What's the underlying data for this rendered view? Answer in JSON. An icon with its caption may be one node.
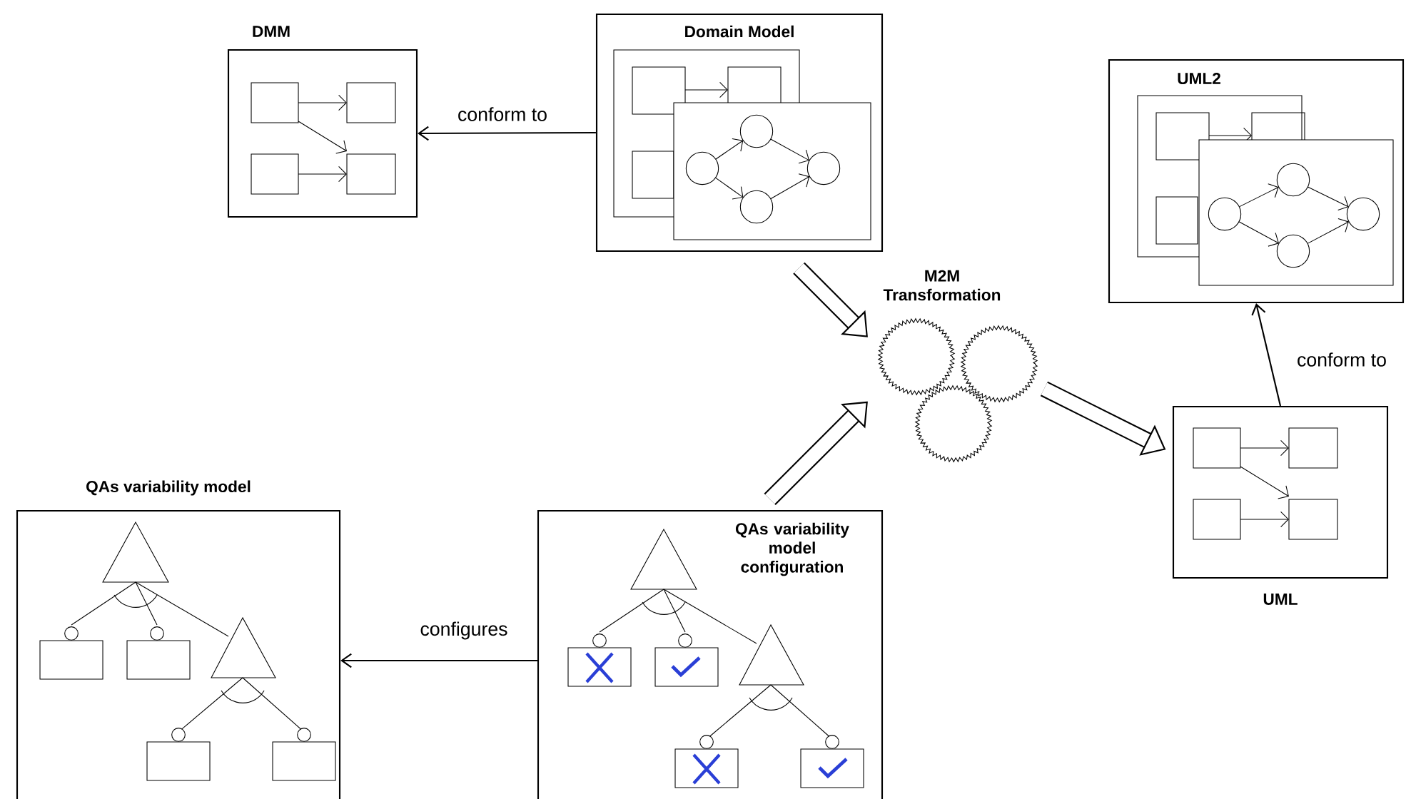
{
  "diagram": {
    "nodes": [
      {
        "text": [
          "DMM"
        ]
      },
      {
        "text": [
          "Domain Model"
        ]
      },
      {
        "text": [
          "M2M Transformation"
        ]
      },
      {
        "text": [
          "UML2"
        ]
      },
      {
        "text": [
          "UML"
        ]
      },
      {
        "text": [
          "QAs variability model"
        ]
      },
      {
        "text": [
          "QAs variability model configuration"
        ]
      }
    ],
    "edges": [
      {
        "from": 1,
        "to": 0,
        "arrow": "to",
        "label": "conform to"
      },
      {
        "from": 1,
        "to": 2,
        "arrow": "to",
        "style": "thick"
      },
      {
        "from": 6,
        "to": 2,
        "arrow": "to",
        "style": "thick"
      },
      {
        "from": 2,
        "to": 4,
        "arrow": "to",
        "style": "thick"
      },
      {
        "from": 4,
        "to": 3,
        "arrow": "to",
        "label": "conform to"
      },
      {
        "from": 6,
        "to": 5,
        "arrow": "to",
        "label": "configures"
      }
    ]
  }
}
